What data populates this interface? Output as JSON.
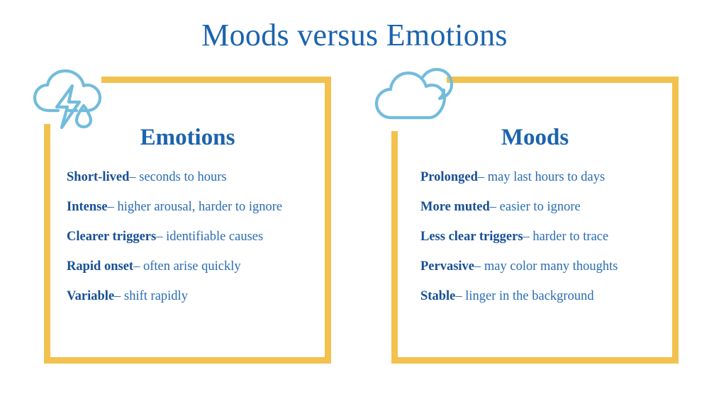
{
  "slide": {
    "title": "Moods versus Emotions",
    "background_color": "#FFFFFF",
    "accent_gold": "#F2C14E",
    "title_blue": "#1B63AE",
    "term_blue": "#174F95",
    "desc_blue": "#2A6CB4",
    "icon_blue": "#72BCDC"
  },
  "panels": [
    {
      "id": "emotions",
      "heading": "Emotions",
      "icon": "storm-cloud-lightning-rain-icon",
      "items": [
        {
          "term": "Short-lived",
          "dash": "–",
          "desc": "seconds to hours"
        },
        {
          "term": "Intense",
          "dash": "–",
          "desc": "higher arousal, harder to ignore"
        },
        {
          "term": "Clearer triggers",
          "dash": "–",
          "desc": "identifiable causes"
        },
        {
          "term": "Rapid onset",
          "dash": "–",
          "desc": "often arise quickly"
        },
        {
          "term": "Variable",
          "dash": "–",
          "desc": "shift rapidly"
        }
      ]
    },
    {
      "id": "moods",
      "heading": "Moods",
      "icon": "double-cloud-icon",
      "items": [
        {
          "term": "Prolonged",
          "dash": "–",
          "desc": "may last hours to days"
        },
        {
          "term": "More muted",
          "dash": "–",
          "desc": "easier to ignore"
        },
        {
          "term": "Less clear triggers",
          "dash": "–",
          "desc": "harder to trace"
        },
        {
          "term": "Pervasive",
          "dash": "–",
          "desc": "may color many thoughts"
        },
        {
          "term": "Stable",
          "dash": "–",
          "desc": "linger in the background"
        }
      ]
    }
  ]
}
